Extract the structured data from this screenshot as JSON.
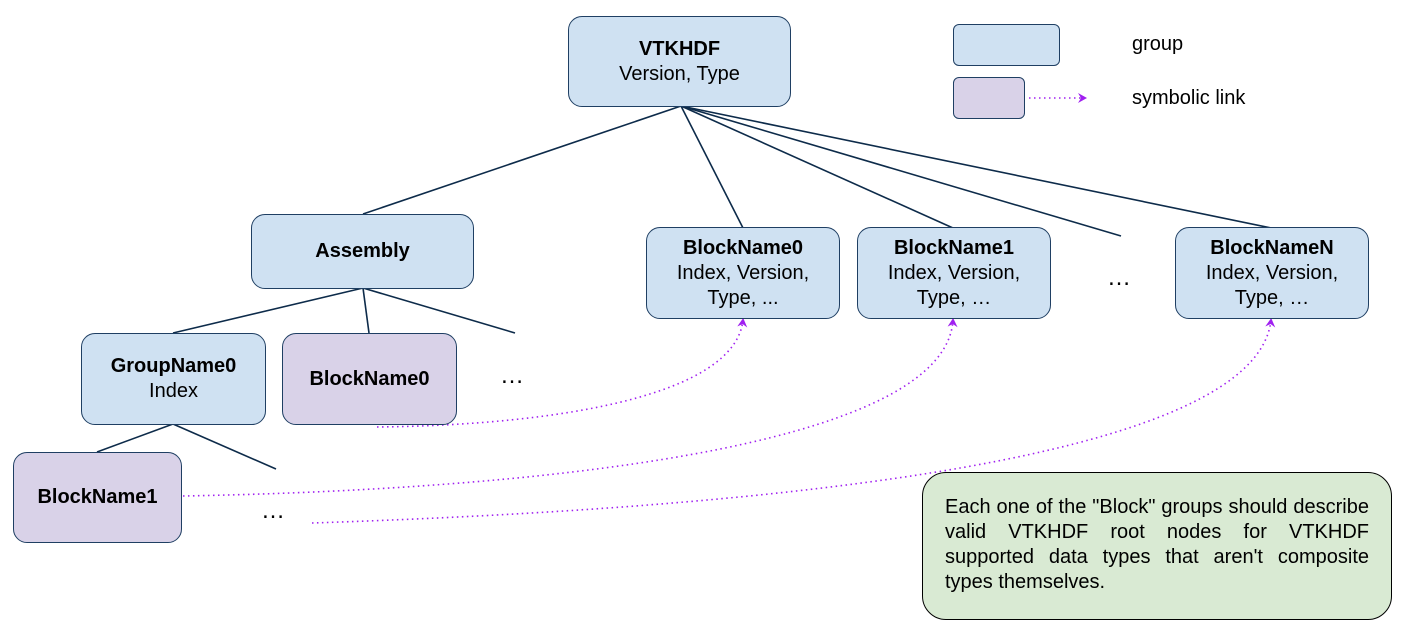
{
  "root": {
    "title": "VTKHDF",
    "subtitle": "Version, Type"
  },
  "assembly": {
    "title": "Assembly"
  },
  "blocks": [
    {
      "title": "BlockName0",
      "line1": "Index, Version,",
      "line2": "Type, ..."
    },
    {
      "title": "BlockName1",
      "line1": "Index, Version,",
      "line2": "Type, …"
    },
    {
      "title": "BlockNameN",
      "line1": "Index, Version,",
      "line2": "Type, …"
    }
  ],
  "group_name0": {
    "title": "GroupName0",
    "subtitle": "Index"
  },
  "assembly_block0": {
    "title": "BlockName0"
  },
  "group_block1": {
    "title": "BlockName1"
  },
  "ellipsis": "…",
  "legend": {
    "group_label": "group",
    "link_label": "symbolic link"
  },
  "note": "Each one of the \"Block\" groups should describe valid VTKHDF root nodes for VTKHDF supported data types that aren't composite types themselves.",
  "colors": {
    "group_fill": "#cfe1f2",
    "link_fill": "#d9d2e8",
    "note_fill": "#d9ead3",
    "edge": "#0d2b4a",
    "symlink": "#a020f0"
  }
}
